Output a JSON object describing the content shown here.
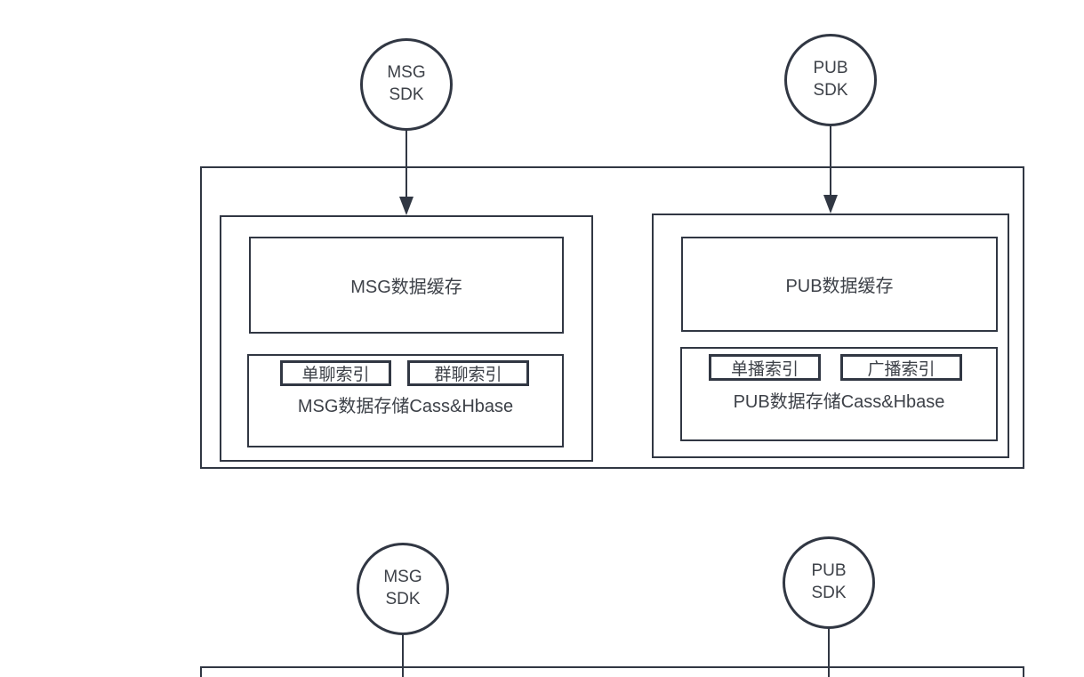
{
  "colors": {
    "stroke": "#313743",
    "text": "#3d4148",
    "background": "#ffffff"
  },
  "top": {
    "msg_node": {
      "line1": "MSG",
      "line2": "SDK"
    },
    "pub_node": {
      "line1": "PUB",
      "line2": "SDK"
    },
    "msg_cache_label": "MSG数据缓存",
    "msg_storage_label": "MSG数据存储Cass&Hbase",
    "msg_index_left": "单聊索引",
    "msg_index_right": "群聊索引",
    "pub_cache_label": "PUB数据缓存",
    "pub_storage_label": "PUB数据存储Cass&Hbase",
    "pub_index_left": "单播索引",
    "pub_index_right": "广播索引"
  },
  "bottom": {
    "msg_node": {
      "line1": "MSG",
      "line2": "SDK"
    },
    "pub_node": {
      "line1": "PUB",
      "line2": "SDK"
    }
  }
}
